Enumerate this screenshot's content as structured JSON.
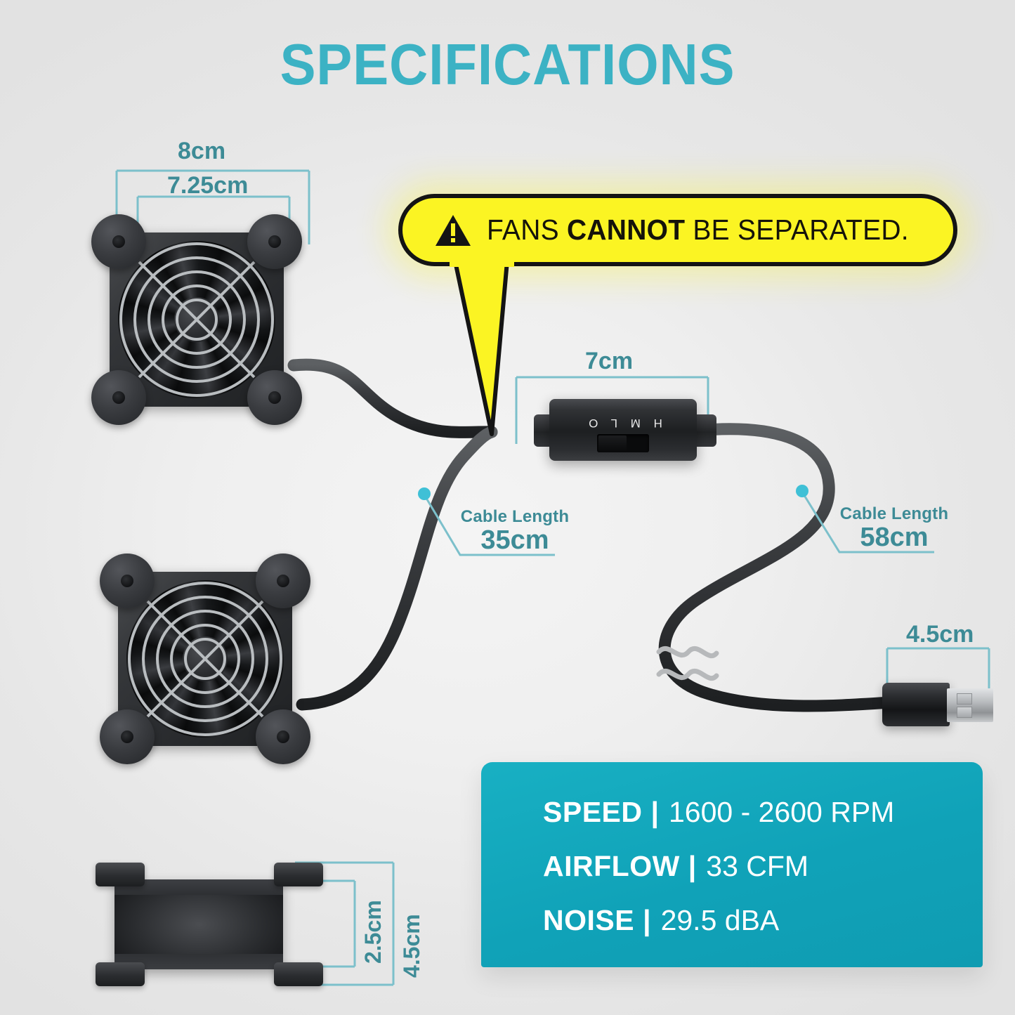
{
  "page": {
    "title": "SPECIFICATIONS",
    "background_color": "#e6e6e6",
    "accent_teal": "#3cb2c4",
    "dimension_teal": "#3d8b96",
    "spec_box_color": "#11a5bb",
    "warning_yellow": "#fbf423"
  },
  "warning_callout": {
    "icon": "warning-triangle-icon",
    "text_before": "FANS ",
    "text_emphasis": "CANNOT",
    "text_after": " BE SEPARATED."
  },
  "dimensions": {
    "fan_width_outer": "8cm",
    "fan_width_inner": "7.25cm",
    "switch_length": "7cm",
    "usb_length": "4.5cm",
    "fan_depth_inner": "2.5cm",
    "fan_depth_outer": "4.5cm"
  },
  "cable_labels": [
    {
      "title": "Cable Length",
      "value": "35cm"
    },
    {
      "title": "Cable Length",
      "value": "58cm"
    }
  ],
  "switch": {
    "markings": "H M L O"
  },
  "specs": [
    {
      "label": "SPEED",
      "separator": "|",
      "value": "1600 - 2600 RPM"
    },
    {
      "label": "AIRFLOW",
      "separator": "|",
      "value": "33 CFM"
    },
    {
      "label": "NOISE",
      "separator": "|",
      "value": "29.5 dBA"
    }
  ]
}
